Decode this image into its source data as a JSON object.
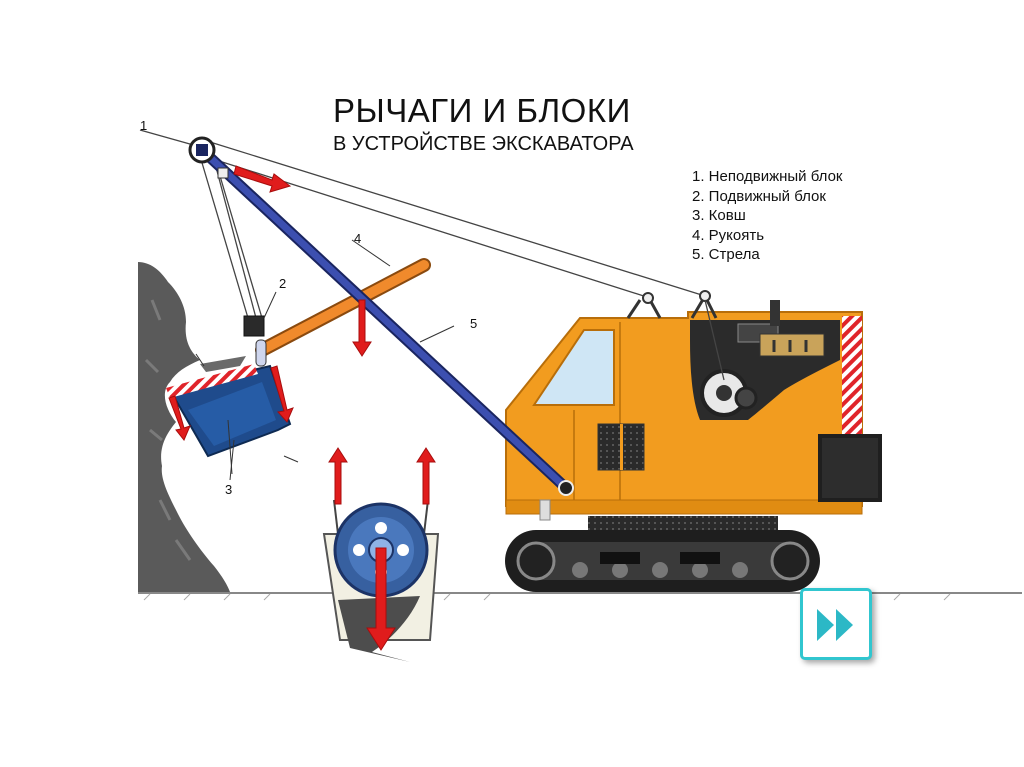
{
  "diagram": {
    "title": "РЫЧАГИ И БЛОКИ",
    "subtitle": "В УСТРОЙСТВЕ ЭКСКАВАТОРА",
    "legend": [
      "1. Неподвижный блок",
      "2. Подвижный блок",
      "3. Ковш",
      "4. Рукоять",
      "5. Стрела"
    ],
    "callouts": [
      "1",
      "2",
      "3",
      "4",
      "5"
    ]
  },
  "controls": {
    "next_icon": "fast-forward-icon"
  },
  "colors": {
    "body_orange": "#f29c1f",
    "boom_blue": "#2d3f9a",
    "bucket_blue": "#1f4b8c",
    "arrow_red": "#e01c1c",
    "button_border": "#31c6cf",
    "button_icon": "#2cb8c6"
  }
}
